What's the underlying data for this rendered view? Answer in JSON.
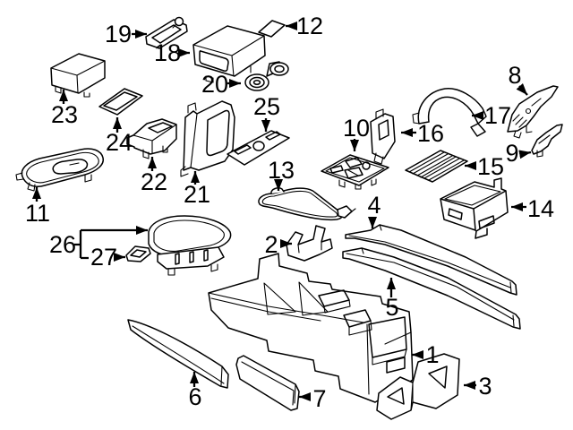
{
  "diagram": {
    "type": "exploded-parts-diagram",
    "background_color": "#ffffff",
    "line_color": "#000000",
    "callouts": {
      "c1": {
        "label": "1"
      },
      "c2": {
        "label": "2"
      },
      "c3": {
        "label": "3"
      },
      "c4": {
        "label": "4"
      },
      "c5": {
        "label": "5"
      },
      "c6": {
        "label": "6"
      },
      "c7": {
        "label": "7"
      },
      "c8": {
        "label": "8"
      },
      "c9": {
        "label": "9"
      },
      "c10": {
        "label": "10"
      },
      "c11": {
        "label": "11"
      },
      "c12": {
        "label": "12"
      },
      "c13": {
        "label": "13"
      },
      "c14": {
        "label": "14"
      },
      "c15": {
        "label": "15"
      },
      "c16": {
        "label": "16"
      },
      "c17": {
        "label": "17"
      },
      "c18": {
        "label": "18"
      },
      "c19": {
        "label": "19"
      },
      "c20": {
        "label": "20"
      },
      "c21": {
        "label": "21"
      },
      "c22": {
        "label": "22"
      },
      "c23": {
        "label": "23"
      },
      "c24": {
        "label": "24"
      },
      "c25": {
        "label": "25"
      },
      "c26": {
        "label": "26"
      },
      "c27": {
        "label": "27"
      }
    }
  }
}
